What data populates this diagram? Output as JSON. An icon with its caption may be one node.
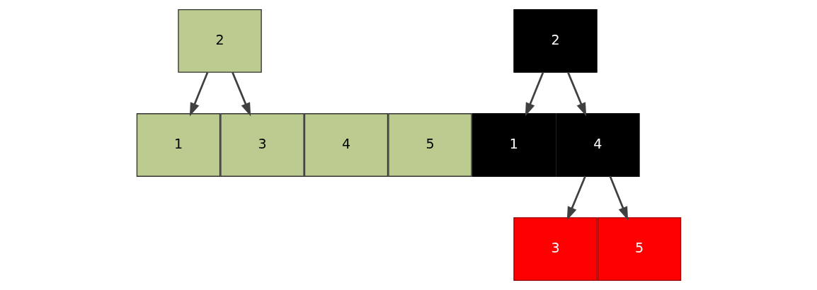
{
  "diagram": {
    "nodes": [
      {
        "text": [
          "2"
        ]
      },
      {
        "text": [
          "1"
        ]
      },
      {
        "text": [
          "3"
        ]
      },
      {
        "text": [
          "4"
        ]
      },
      {
        "text": [
          "5"
        ]
      },
      {
        "text": [
          "2"
        ]
      },
      {
        "text": [
          "1"
        ]
      },
      {
        "text": [
          "4"
        ]
      },
      {
        "text": [
          "3"
        ]
      },
      {
        "text": [
          "5"
        ]
      }
    ],
    "edges": [
      {
        "from": 0,
        "to": 1,
        "arrow": "to"
      },
      {
        "from": 0,
        "to": 2,
        "arrow": "to"
      },
      {
        "from": 5,
        "to": 6,
        "arrow": "to"
      },
      {
        "from": 5,
        "to": 7,
        "arrow": "to"
      },
      {
        "from": 7,
        "to": 8,
        "arrow": "to"
      },
      {
        "from": 7,
        "to": 9,
        "arrow": "to"
      }
    ]
  }
}
